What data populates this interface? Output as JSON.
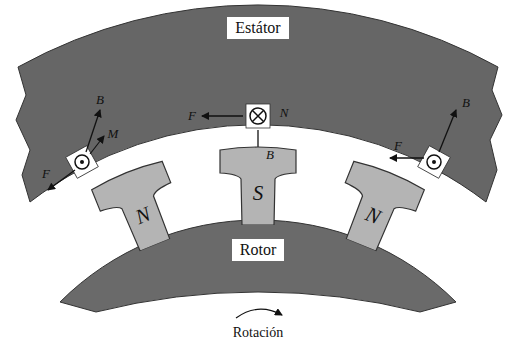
{
  "diagram": {
    "nodes": [
      {
        "text": [
          "Estátor"
        ]
      },
      {
        "text": [
          "N"
        ]
      },
      {
        "text": [
          "S"
        ]
      },
      {
        "text": [
          "N"
        ]
      },
      {
        "text": [
          "Rotor"
        ]
      }
    ],
    "labels": [
      "B",
      "M",
      "F",
      "F",
      "N",
      "B",
      "F",
      "B",
      "Rotación"
    ]
  }
}
